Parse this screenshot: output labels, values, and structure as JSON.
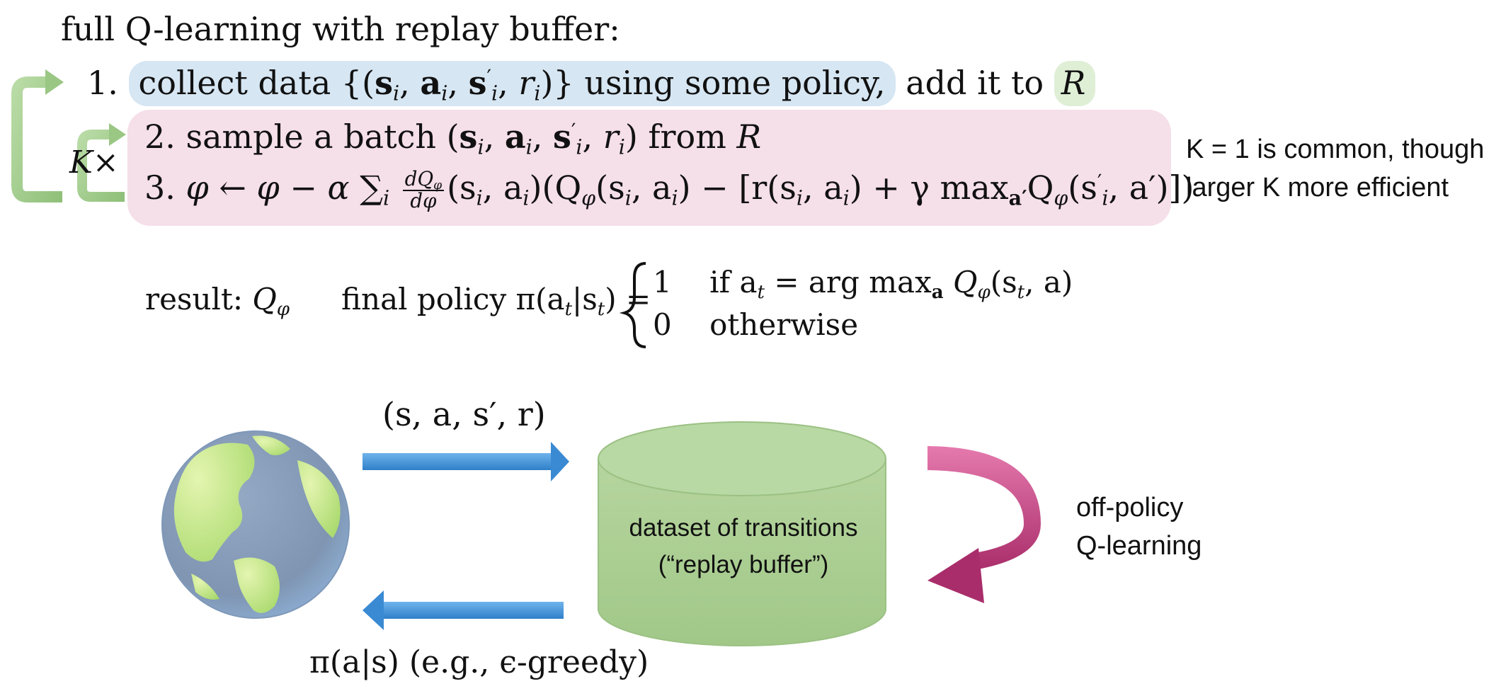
{
  "title": "full Q-learning with replay buffer:",
  "step1": {
    "num": "1.",
    "collect_text": "collect data",
    "set_open": "{(",
    "s": "s",
    "a": "a",
    "sp": "s",
    "prime": "′",
    "i": "i",
    "r": "r",
    "set_close": ")}",
    "using_text": "using some policy,",
    "add_text": "add it to",
    "R": "R"
  },
  "step2": {
    "num": "2.",
    "text": "sample a batch",
    "tuple_open": "(",
    "s": "s",
    "a": "a",
    "sp": "s",
    "prime": "′",
    "i": "i",
    "r": "r",
    "tuple_close": ")",
    "from_text": "from",
    "R": "R"
  },
  "step3": {
    "num": "3.",
    "lhs": "φ ← φ − α ∑",
    "sum_sub": "i",
    "frac_num": "dQ",
    "frac_num_sub": "φ",
    "frac_den": "dφ",
    "part1": "(s",
    "part1_sub": "i",
    "part1b": ", a",
    "part1b_sub": "i",
    "part2": ")(Q",
    "part2_sub": "φ",
    "part3": "(s",
    "part3_sub": "i",
    "part3b": ", a",
    "part3b_sub": "i",
    "part4": ") − [r(s",
    "part4_sub": "i",
    "part4b": ", a",
    "part4b_sub": "i",
    "part5": ") + γ max",
    "part5_sub": "a′",
    "part6": "Q",
    "part6_sub": "φ",
    "part7": "(s",
    "part7_sup": "′",
    "part7_sub": "i",
    "part8": ", a′)])"
  },
  "k_label": "K×",
  "note": [
    "K = 1 is common, though",
    "larger K more efficient"
  ],
  "result": {
    "label": "result:",
    "Q": "Q",
    "Q_sub": "φ"
  },
  "final_policy": {
    "label": "final policy",
    "pi": "π(a",
    "t": "t",
    "mid": "|s",
    "t2": "t",
    "end": ") =",
    "case1_val": "1",
    "case1_text": "if a",
    "case1_t": "t",
    "case1_eq": " = arg max",
    "case1_a": "a",
    "case1_Q": " Q",
    "case1_phi": "φ",
    "case1_end": "(s",
    "case1_t2": "t",
    "case1_end2": ", a)",
    "case2_val": "0",
    "case2_text": "otherwise"
  },
  "bottom": {
    "tuple_label": "(s, a, s′, r)",
    "policy_label_pi": "π(a|s)",
    "policy_label_rest": "(e.g., ϵ-greedy)",
    "cylinder_lines": [
      "dataset of transitions",
      "(“replay buffer”)"
    ],
    "offpolicy_lines": [
      "off-policy",
      "Q-learning"
    ]
  },
  "colors": {
    "blue_highlight": "#d6e6f3",
    "green_highlight": "#dfefd6",
    "pink_box": "#f5dfe9",
    "green_loop": "#9ac784",
    "arrow_blue": "#3f8fd6",
    "cylinder": "#a9cd92",
    "magenta_arrow": "#c0407f"
  }
}
